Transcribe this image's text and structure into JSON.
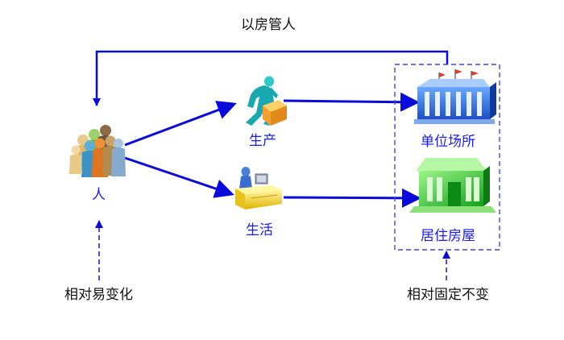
{
  "diagram": {
    "top_label": "以房管人",
    "people_label": "人",
    "production_label": "生产",
    "life_label": "生活",
    "workplace_label": "单位场所",
    "housing_label": "居住房屋",
    "left_note": "相对易变化",
    "right_note": "相对固定不变"
  },
  "colors": {
    "arrow": "#0a0adc",
    "label_blue": "#1a1aff",
    "dashed_box": "#4444ee"
  },
  "icons": {
    "people": "people-group-icon",
    "production": "worker-with-box-icon",
    "life": "person-at-computer-desk-icon",
    "workplace": "office-building-icon",
    "housing": "house-icon"
  }
}
